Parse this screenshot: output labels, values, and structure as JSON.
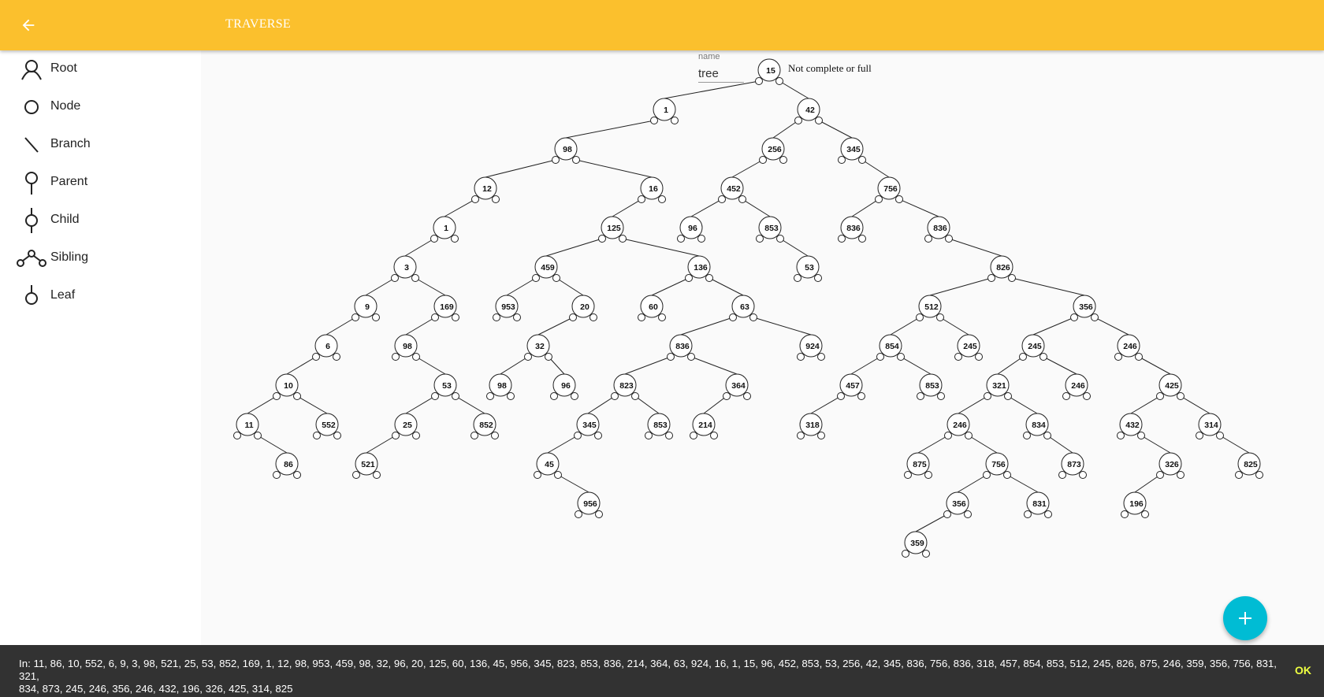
{
  "appbar": {
    "title": "TRAVERSE",
    "back_icon": "arrow-back-icon",
    "color": "#fbc02d"
  },
  "sidebar": {
    "items": [
      {
        "label": "Root",
        "icon": "root-icon"
      },
      {
        "label": "Node",
        "icon": "node-icon"
      },
      {
        "label": "Branch",
        "icon": "branch-icon"
      },
      {
        "label": "Parent",
        "icon": "parent-icon"
      },
      {
        "label": "Child",
        "icon": "child-icon"
      },
      {
        "label": "Sibling",
        "icon": "sibling-icon"
      },
      {
        "label": "Leaf",
        "icon": "leaf-icon"
      }
    ]
  },
  "editor": {
    "name_label": "name",
    "name_value": "tree",
    "status": "Not complete or full"
  },
  "tree": [
    {
      "id": 0,
      "v": "15",
      "p": null
    },
    {
      "id": 1,
      "v": "1",
      "p": 0
    },
    {
      "id": 2,
      "v": "42",
      "p": 0
    },
    {
      "id": 3,
      "v": "98",
      "p": 1
    },
    {
      "id": 4,
      "v": "256",
      "p": 2
    },
    {
      "id": 5,
      "v": "345",
      "p": 2
    },
    {
      "id": 6,
      "v": "12",
      "p": 3
    },
    {
      "id": 7,
      "v": "16",
      "p": 3
    },
    {
      "id": 8,
      "v": "452",
      "p": 4
    },
    {
      "id": 9,
      "v": "756",
      "p": 5
    },
    {
      "id": 10,
      "v": "1",
      "p": 6
    },
    {
      "id": 11,
      "v": "125",
      "p": 7
    },
    {
      "id": 12,
      "v": "96",
      "p": 8
    },
    {
      "id": 13,
      "v": "853",
      "p": 8
    },
    {
      "id": 14,
      "v": "836",
      "p": 9
    },
    {
      "id": 15,
      "v": "836",
      "p": 9
    },
    {
      "id": 16,
      "v": "3",
      "p": 10
    },
    {
      "id": 17,
      "v": "459",
      "p": 11
    },
    {
      "id": 18,
      "v": "136",
      "p": 11
    },
    {
      "id": 19,
      "v": "53",
      "p": 13
    },
    {
      "id": 20,
      "v": "826",
      "p": 15
    },
    {
      "id": 21,
      "v": "9",
      "p": 16
    },
    {
      "id": 22,
      "v": "169",
      "p": 16
    },
    {
      "id": 23,
      "v": "953",
      "p": 17
    },
    {
      "id": 24,
      "v": "20",
      "p": 17
    },
    {
      "id": 25,
      "v": "60",
      "p": 18
    },
    {
      "id": 26,
      "v": "63",
      "p": 18
    },
    {
      "id": 27,
      "v": "512",
      "p": 20
    },
    {
      "id": 28,
      "v": "356",
      "p": 20
    },
    {
      "id": 29,
      "v": "6",
      "p": 21
    },
    {
      "id": 30,
      "v": "98",
      "p": 22
    },
    {
      "id": 31,
      "v": "32",
      "p": 24
    },
    {
      "id": 32,
      "v": "836",
      "p": 26
    },
    {
      "id": 33,
      "v": "924",
      "p": 26
    },
    {
      "id": 34,
      "v": "854",
      "p": 27
    },
    {
      "id": 35,
      "v": "245",
      "p": 27
    },
    {
      "id": 36,
      "v": "245",
      "p": 28
    },
    {
      "id": 37,
      "v": "246",
      "p": 28
    },
    {
      "id": 38,
      "v": "10",
      "p": 29
    },
    {
      "id": 39,
      "v": "53",
      "p": 30
    },
    {
      "id": 40,
      "v": "98",
      "p": 31
    },
    {
      "id": 41,
      "v": "96",
      "p": 31
    },
    {
      "id": 42,
      "v": "823",
      "p": 32
    },
    {
      "id": 43,
      "v": "364",
      "p": 32
    },
    {
      "id": 44,
      "v": "457",
      "p": 34
    },
    {
      "id": 45,
      "v": "853",
      "p": 34
    },
    {
      "id": 46,
      "v": "321",
      "p": 36
    },
    {
      "id": 47,
      "v": "246",
      "p": 36
    },
    {
      "id": 48,
      "v": "425",
      "p": 37
    },
    {
      "id": 49,
      "v": "11",
      "p": 38
    },
    {
      "id": 50,
      "v": "552",
      "p": 38
    },
    {
      "id": 51,
      "v": "25",
      "p": 39
    },
    {
      "id": 52,
      "v": "852",
      "p": 39
    },
    {
      "id": 53,
      "v": "345",
      "p": 42
    },
    {
      "id": 54,
      "v": "853",
      "p": 42
    },
    {
      "id": 55,
      "v": "214",
      "p": 43
    },
    {
      "id": 56,
      "v": "318",
      "p": 44
    },
    {
      "id": 57,
      "v": "246",
      "p": 46
    },
    {
      "id": 58,
      "v": "834",
      "p": 46
    },
    {
      "id": 59,
      "v": "432",
      "p": 48
    },
    {
      "id": 60,
      "v": "314",
      "p": 48
    },
    {
      "id": 61,
      "v": "86",
      "p": 49
    },
    {
      "id": 62,
      "v": "521",
      "p": 51
    },
    {
      "id": 63,
      "v": "45",
      "p": 53
    },
    {
      "id": 64,
      "v": "875",
      "p": 57
    },
    {
      "id": 65,
      "v": "756",
      "p": 57
    },
    {
      "id": 66,
      "v": "873",
      "p": 58
    },
    {
      "id": 67,
      "v": "326",
      "p": 59
    },
    {
      "id": 68,
      "v": "825",
      "p": 60
    },
    {
      "id": 69,
      "v": "956",
      "p": 63
    },
    {
      "id": 70,
      "v": "356",
      "p": 65
    },
    {
      "id": 71,
      "v": "831",
      "p": 65
    },
    {
      "id": 72,
      "v": "196",
      "p": 67
    },
    {
      "id": 73,
      "v": "359",
      "p": 70
    }
  ],
  "snackbar": {
    "line1": "In: 11, 86, 10, 552, 6, 9, 3, 98, 521, 25, 53, 852, 169, 1, 12, 98, 953, 459, 98, 32, 96, 20, 125, 60, 136, 45, 956, 345, 823, 853, 836, 214, 364, 63, 924, 16, 1, 15, 96, 452, 853, 53, 256, 42, 345, 836, 756, 836, 318, 457, 854, 853, 512, 245, 826, 875, 246, 359, 356, 756, 831, 321,",
    "line2": "834, 873, 245, 246, 356, 246, 432, 196, 326, 425, 314, 825",
    "action": "OK"
  },
  "fab": {
    "icon": "plus-icon",
    "color": "#00bcd4"
  }
}
